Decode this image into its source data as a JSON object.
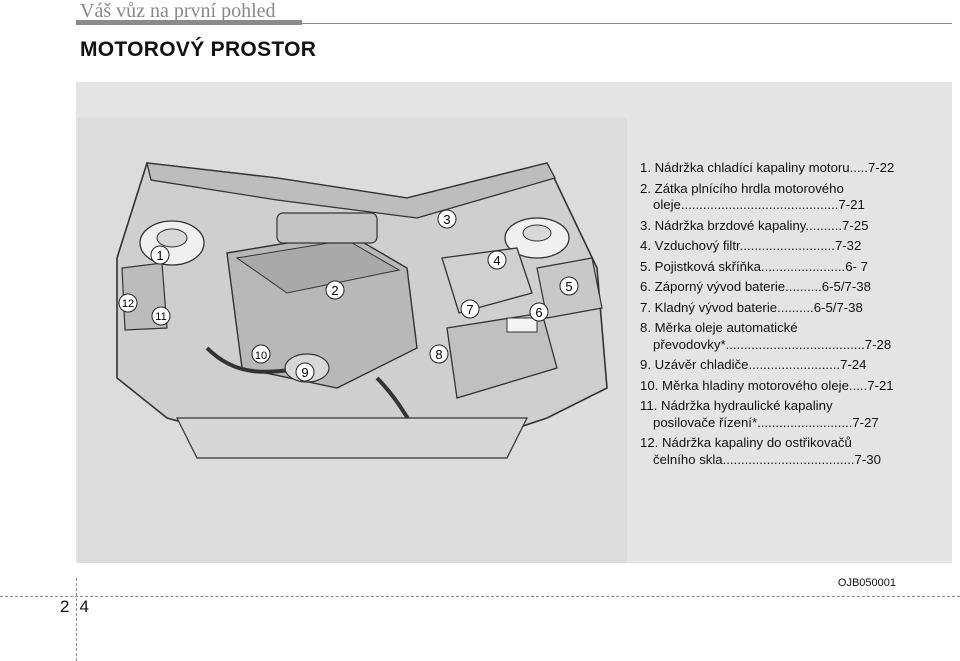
{
  "header": {
    "title": "Váš vůz na první pohled"
  },
  "section": {
    "title": "MOTOROVÝ PROSTOR"
  },
  "figure": {
    "code": "OJB050001",
    "callouts": [
      "1",
      "2",
      "3",
      "4",
      "5",
      "6",
      "7",
      "8",
      "9",
      "10",
      "11",
      "12"
    ]
  },
  "legend": [
    {
      "lines": [
        "1. Nádržka chladící kapaliny motoru.....7-22"
      ]
    },
    {
      "lines": [
        "2. Zátka plnícího hrdla motorového",
        "oleje...........................................7-21"
      ]
    },
    {
      "lines": [
        "3. Nádržka brzdové kapaliny..........7-25"
      ]
    },
    {
      "lines": [
        "4. Vzduchový filtr..........................7-32"
      ]
    },
    {
      "lines": [
        "5. Pojistková skříňka.......................6- 7"
      ]
    },
    {
      "lines": [
        "6. Záporný vývod baterie..........6-5/7-38"
      ]
    },
    {
      "lines": [
        "7. Kladný vývod baterie..........6-5/7-38"
      ]
    },
    {
      "lines": [
        "8. Měrka oleje automatické",
        "převodovky*......................................7-28"
      ]
    },
    {
      "lines": [
        "9. Uzávěr chladiče.........................7-24"
      ]
    },
    {
      "lines": [
        "10. Měrka hladiny motorového oleje.....7-21"
      ]
    },
    {
      "lines": [
        "11. Nádržka hydraulické kapaliny",
        "posilovače řízení*..........................7-27"
      ]
    },
    {
      "lines": [
        "12. Nádržka kapaliny do ostřikovačů",
        "čelního skla....................................7-30"
      ]
    }
  ],
  "footer": {
    "page_number": "24"
  }
}
